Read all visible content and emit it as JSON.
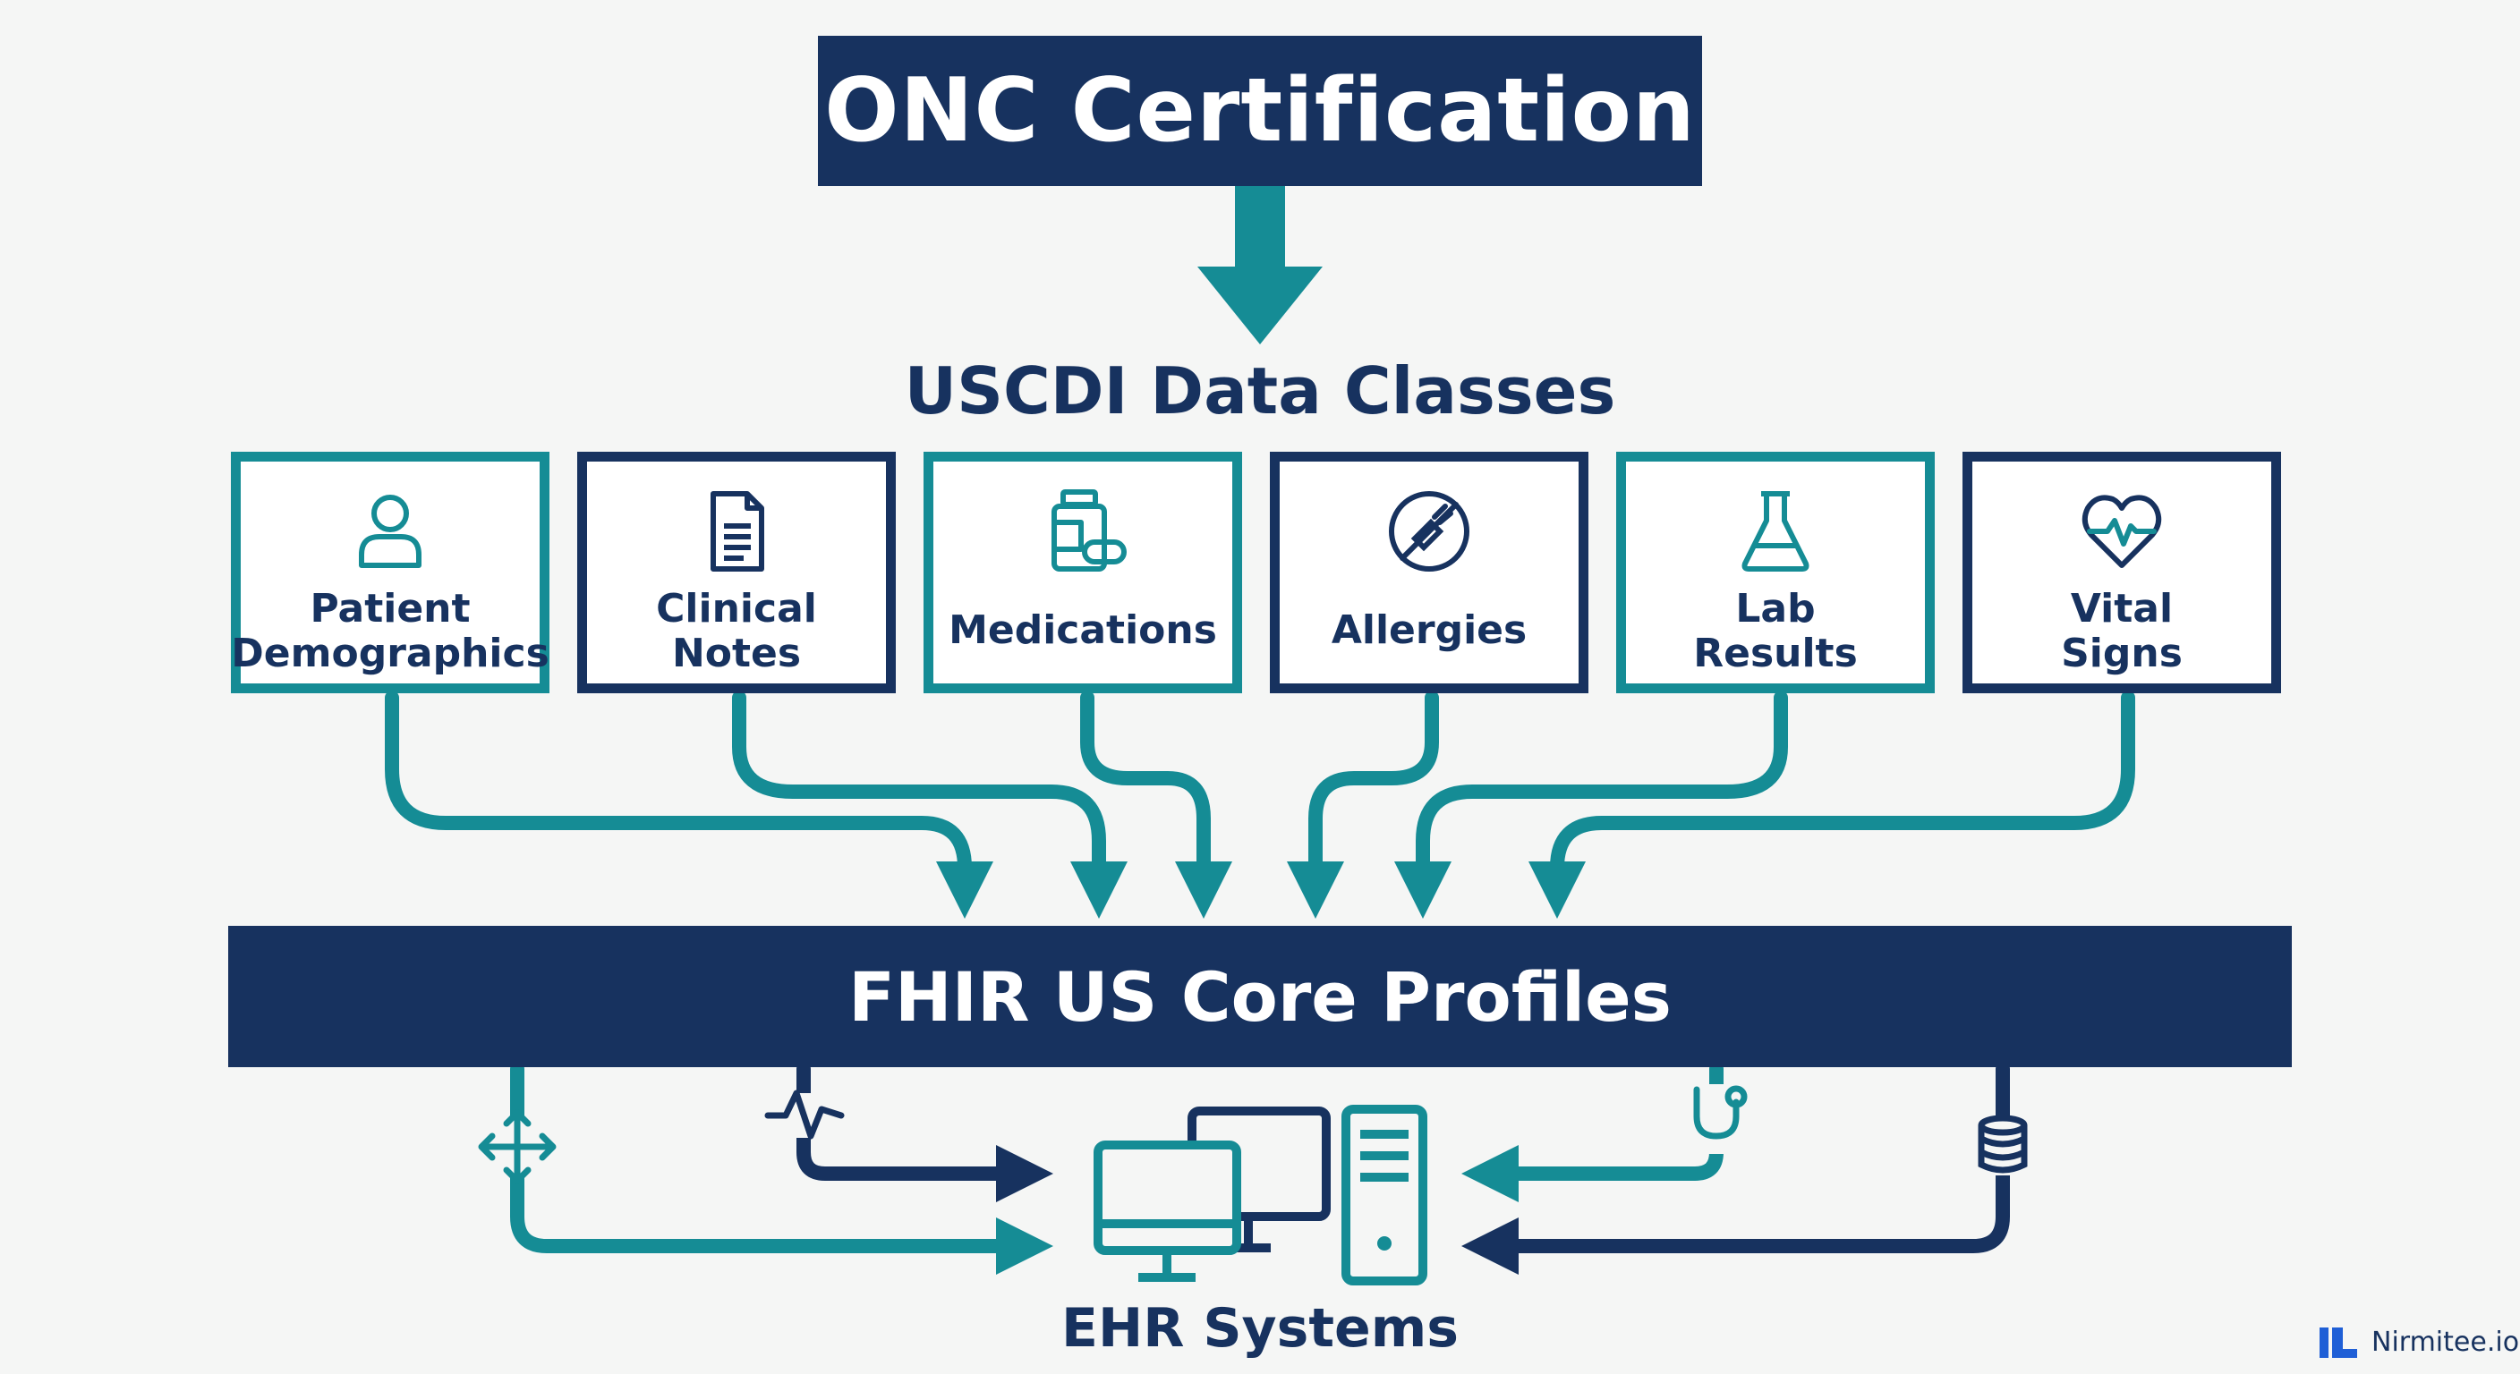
{
  "title": "ONC Certification",
  "subtitle": "USCDI Data Classes",
  "data_classes": [
    {
      "label": "Patient\nDemographics",
      "icon": "person-icon",
      "style": "teal"
    },
    {
      "label": "Clinical\nNotes",
      "icon": "document-icon",
      "style": "navy"
    },
    {
      "label": "Medications",
      "icon": "pill-bottle-icon",
      "style": "teal"
    },
    {
      "label": "Allergies",
      "icon": "allergy-icon",
      "style": "navy"
    },
    {
      "label": "Lab\nResults",
      "icon": "flask-icon",
      "style": "teal"
    },
    {
      "label": "Vital\nSigns",
      "icon": "heartbeat-icon",
      "style": "navy"
    }
  ],
  "profiles_bar": "FHIR US Core Profiles",
  "footer_label": "EHR Systems",
  "brand": "Nirmitee.io",
  "colors": {
    "navy": "#17325f",
    "teal": "#158c95",
    "background": "#f5f6f5"
  }
}
